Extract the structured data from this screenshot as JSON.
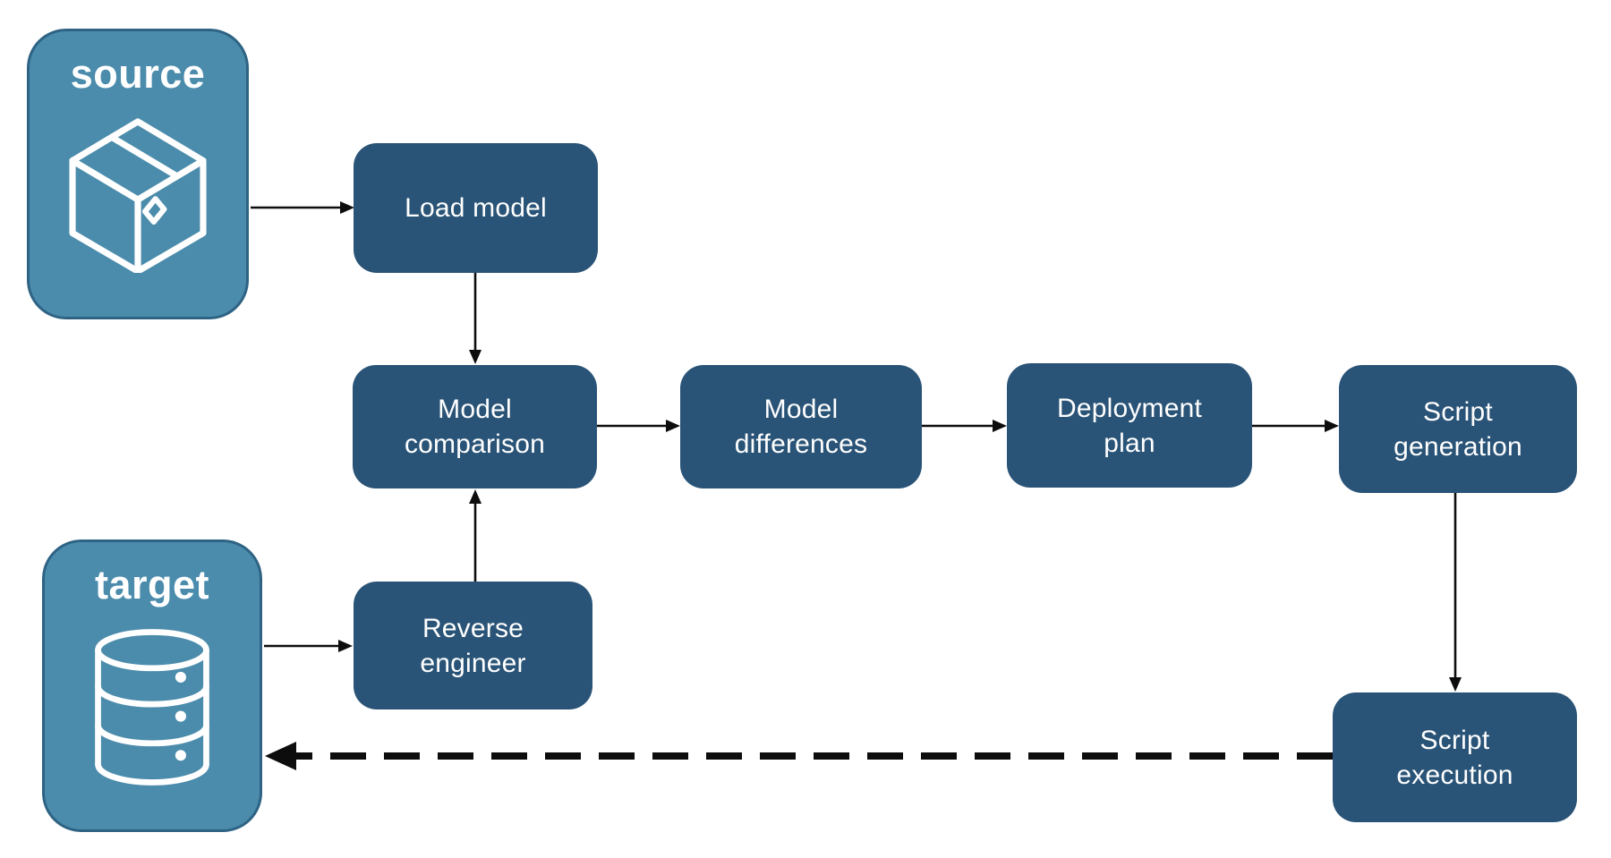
{
  "diagram": {
    "colors": {
      "node_fill": "#2A5477",
      "endpoint_fill": "#4B8CAC",
      "endpoint_border": "#2E6384",
      "arrow": "#0d0d0d",
      "text": "#ffffff",
      "background": "#ffffff"
    },
    "endpoints": [
      {
        "id": "source",
        "label": "source",
        "icon": "package-icon"
      },
      {
        "id": "target",
        "label": "target",
        "icon": "database-icon"
      }
    ],
    "nodes": [
      {
        "id": "load-model",
        "label": "Load model",
        "text": "Load model"
      },
      {
        "id": "model-comparison",
        "label": "Model comparison",
        "text": "Model\ncomparison"
      },
      {
        "id": "model-differences",
        "label": "Model differences",
        "text": "Model\ndifferences"
      },
      {
        "id": "deployment-plan",
        "label": "Deployment plan",
        "text": "Deployment\nplan"
      },
      {
        "id": "script-generation",
        "label": "Script generation",
        "text": "Script\ngeneration"
      },
      {
        "id": "reverse-engineer",
        "label": "Reverse engineer",
        "text": "Reverse\nengineer"
      },
      {
        "id": "script-execution",
        "label": "Script execution",
        "text": "Script\nexecution"
      }
    ],
    "edges": [
      {
        "from": "source",
        "to": "load-model",
        "style": "solid"
      },
      {
        "from": "load-model",
        "to": "model-comparison",
        "style": "solid"
      },
      {
        "from": "model-comparison",
        "to": "model-differences",
        "style": "solid"
      },
      {
        "from": "model-differences",
        "to": "deployment-plan",
        "style": "solid"
      },
      {
        "from": "deployment-plan",
        "to": "script-generation",
        "style": "solid"
      },
      {
        "from": "script-generation",
        "to": "script-execution",
        "style": "solid"
      },
      {
        "from": "target",
        "to": "reverse-engineer",
        "style": "solid"
      },
      {
        "from": "reverse-engineer",
        "to": "model-comparison",
        "style": "solid"
      },
      {
        "from": "script-execution",
        "to": "target",
        "style": "dashed"
      }
    ]
  }
}
